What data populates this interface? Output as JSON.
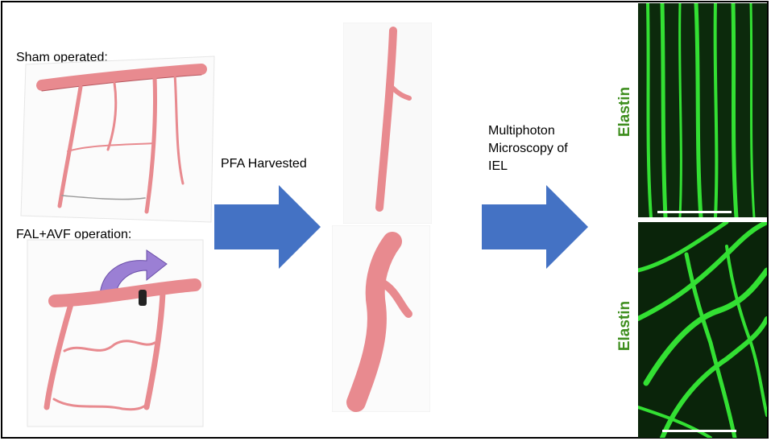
{
  "labels": {
    "sham": "Sham operated:",
    "fal": "FAL+AVF operation:",
    "pfa": "PFA Harvested",
    "micro_line1": "Multiphoton",
    "micro_line2": "Microscopy of",
    "micro_line3": "IEL",
    "elastin_top": "Elastin",
    "elastin_bottom": "Elastin"
  },
  "colors": {
    "vessel": "#e88a8f",
    "vessel_dark": "#b5565e",
    "arrow_blue": "#4472c4",
    "arrow_purple": "#9b7fd4",
    "elastin_green": "#3e8e1e",
    "fluor_green": "#33e033"
  }
}
